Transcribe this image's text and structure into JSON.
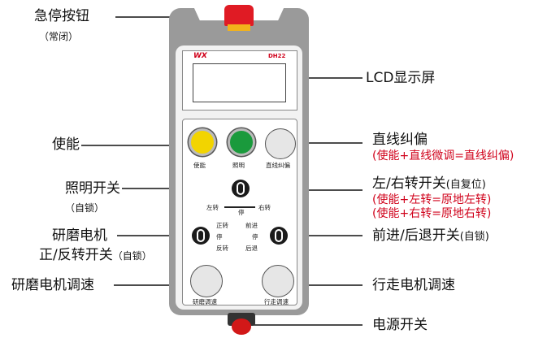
{
  "labels": {
    "estop": "急停按钮",
    "estop_note": "（常闭）",
    "enable": "使能",
    "light": "照明开关",
    "light_note": "（自锁）",
    "grind_motor": "研磨电机",
    "grind_switch": "正/反转开关",
    "grind_switch_note": "（自锁）",
    "grind_speed": "研磨电机调速",
    "lcd": "LCD显示屏",
    "straight": "直线纠偏",
    "straight_note": "(使能+直线微调=直线纠偏)",
    "lr": "左/右转开关",
    "lr_note": "(自复位)",
    "lr_left": "(使能+左转=原地左转)",
    "lr_right": "(使能+右转=原地右转)",
    "fwd": "前进/后退开关",
    "fwd_note": "(自锁)",
    "travel_speed": "行走电机调速",
    "power": "电源开关"
  },
  "device": {
    "brand": "WX",
    "model": "DH22",
    "btn_enable": "使能",
    "btn_light": "照明",
    "knob_straight": "直线纠偏",
    "sw_left": "左转",
    "sw_right": "右转",
    "sw_stop": "停",
    "g_fwd": "正转",
    "g_stop": "停",
    "g_rev": "反转",
    "t_fwd": "前进",
    "t_stop": "停",
    "t_rev": "后退",
    "knob_grind": "研磨调速",
    "knob_travel": "行走调速"
  },
  "colors": {
    "enable_button": "#f2d400",
    "light_button": "#1a9a3c",
    "estop": "#e01b24",
    "note": "#d0021b"
  }
}
